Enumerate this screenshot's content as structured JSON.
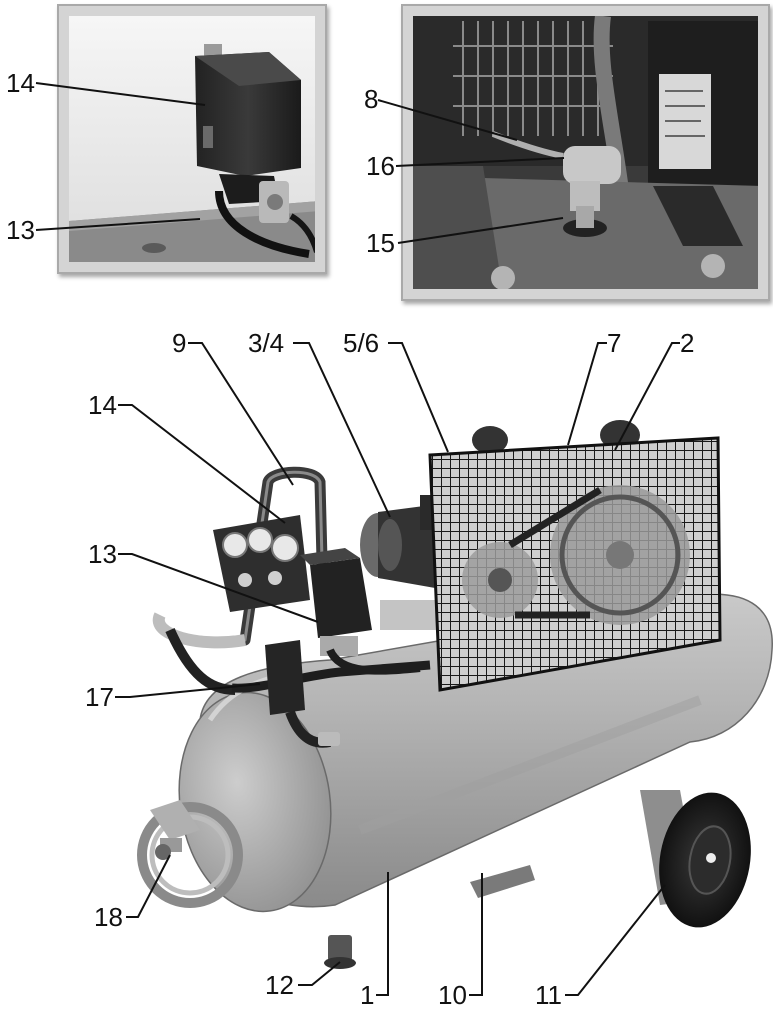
{
  "labels": {
    "top_left": {
      "l14": "14",
      "l13": "13"
    },
    "top_right": {
      "l8": "8",
      "l16": "16",
      "l15": "15"
    },
    "main": {
      "l9": "9",
      "l3_4": "3/4",
      "l5_6": "5/6",
      "l7": "7",
      "l2": "2",
      "l14": "14",
      "l13": "13",
      "l17": "17",
      "l18": "18",
      "l12": "12",
      "l1": "1",
      "l10": "10",
      "l11": "11"
    }
  }
}
